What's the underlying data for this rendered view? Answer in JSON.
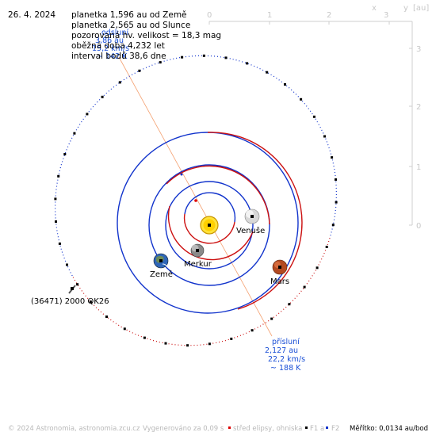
{
  "header": {
    "date": "26. 4. 2024",
    "lines": [
      "planetka 1,596 au od Země",
      "planetka 2,565 au od Slunce",
      "pozorovaná hv. velikost = 18,3 mag",
      "oběžná doba 4,232 let",
      "interval bodů 38,6 dne"
    ]
  },
  "axes": {
    "unit_label": "[au]",
    "x_label": "x",
    "y_label": "y",
    "x_ticks": [
      "0",
      "1",
      "2",
      "3"
    ],
    "y_ticks": [
      "3",
      "2",
      "1",
      "0"
    ]
  },
  "aphelion": {
    "title": "odsluní",
    "distance": "3,86 au",
    "speed": "15,2 km/s",
    "temperature": "~ 142 K"
  },
  "perihelion": {
    "title": "přísluní",
    "distance": "2,127 au",
    "speed": "22,2 km/s",
    "temperature": "~ 188 K"
  },
  "bodies": {
    "mercury": "Merkur",
    "venus": "Venuše",
    "earth": "Země",
    "mars": "Mars",
    "asteroid": "(36471) 2000 QK26"
  },
  "footer": {
    "copyright": "© 2024 Astronomia, astronomia.zcu.cz",
    "generated": "Vygenerováno za 0,09 s",
    "center_legend": "střed elipsy, ohniska",
    "f1": "F1 a",
    "f2": "F2",
    "scale": "Měřítko: 0,0134 au/bod"
  },
  "colors": {
    "orbit_above": "#1133cc",
    "orbit_below": "#cc1111",
    "apsis_line": "#f4a070",
    "grid": "#c8c8c8",
    "perihelion_text": "#1a4fd6"
  }
}
